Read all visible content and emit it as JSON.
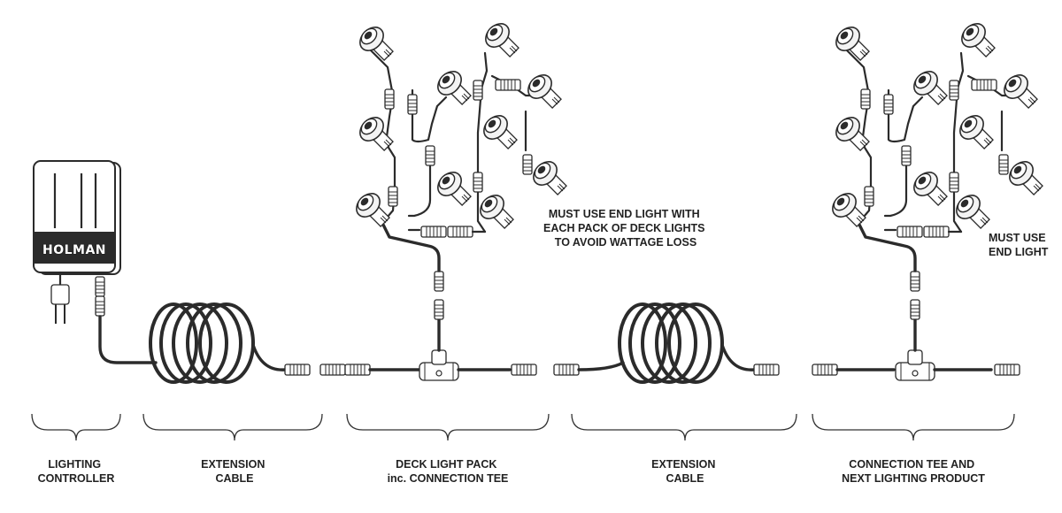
{
  "brand": "HOLMAN",
  "notes": {
    "deck_end_light": [
      "MUST USE END LIGHT WITH",
      "EACH PACK OF DECK LIGHTS",
      "TO AVOID WATTAGE LOSS"
    ],
    "next_end_light": [
      "MUST USE",
      "END LIGHT"
    ]
  },
  "sections": [
    {
      "id": "controller",
      "line1": "LIGHTING",
      "line2": "CONTROLLER"
    },
    {
      "id": "extension-1",
      "line1": "EXTENSION",
      "line2": "CABLE"
    },
    {
      "id": "deck-pack",
      "line1": "DECK LIGHT PACK",
      "line2": "inc. CONNECTION TEE"
    },
    {
      "id": "extension-2",
      "line1": "EXTENSION",
      "line2": "CABLE"
    },
    {
      "id": "tee-next",
      "line1": "CONNECTION TEE AND",
      "line2": "NEXT LIGHTING PRODUCT"
    }
  ]
}
